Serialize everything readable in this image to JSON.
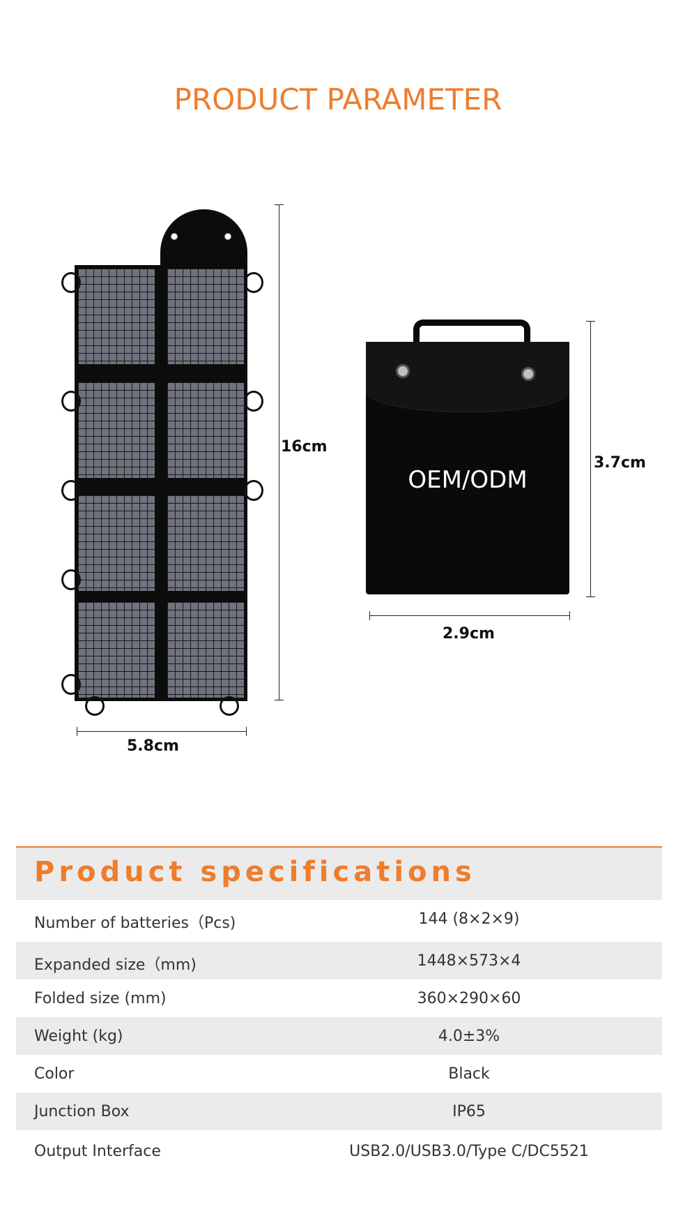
{
  "header": {
    "title": "PRODUCT PARAMETER"
  },
  "expanded_view": {
    "height_label": "16cm",
    "width_label": "5.8cm"
  },
  "folded_view": {
    "height_label": "3.7cm",
    "width_label": "2.9cm",
    "bag_text": "OEM/ODM"
  },
  "specs": {
    "title": "Product specifications",
    "rows": [
      {
        "label": "Number of batteries（Pcs)",
        "value": "144 (8×2×9)"
      },
      {
        "label": "Expanded size（mm)",
        "value": "1448×573×4"
      },
      {
        "label": "Folded size (mm)",
        "value": "360×290×60"
      },
      {
        "label": "Weight (kg)",
        "value": "4.0±3%"
      },
      {
        "label": "Color",
        "value": "Black"
      },
      {
        "label": "Junction Box",
        "value": "IP65"
      },
      {
        "label": "Output Interface",
        "value": "USB2.0/USB3.0/Type C/DC5521"
      }
    ]
  },
  "colors": {
    "accent": "#ee7d2c",
    "stripe": "#ebebeb"
  }
}
